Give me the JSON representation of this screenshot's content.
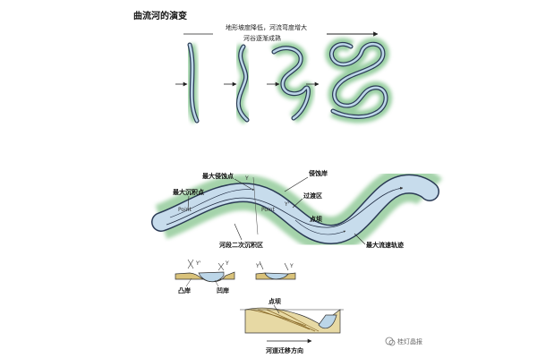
{
  "title": "曲流河的演变",
  "top": {
    "caption_line1": "地形坡度降低，河流弯度增大",
    "caption_line2": "河谷逐渐成熟"
  },
  "middle": {
    "max_erosion_point": "最大侵蚀点",
    "erosion_bank": "侵蚀岸",
    "max_deposition_point": "最大沉积点",
    "transition_zone": "过渡区",
    "point_bar": "点坝",
    "secondary_deposition": "河段二次沉积区",
    "max_velocity_track": "最大流速轨迹"
  },
  "bottom": {
    "convex_bank": "凸岸",
    "concave_bank": "凹岸",
    "point_bar": "点坝",
    "migration_direction": "河道迁移方向",
    "watermark": "桂灯晶报"
  },
  "colors": {
    "river_fill": "#bcd6e8",
    "river_edge": "#2a3a55",
    "vegetation": "#7fc38a",
    "sediment": "#d9c27a"
  }
}
